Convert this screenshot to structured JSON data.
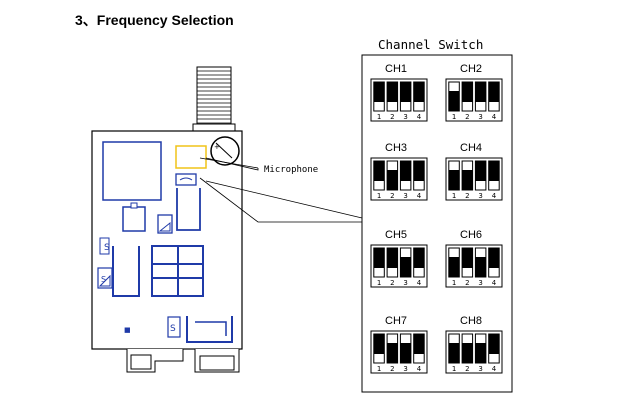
{
  "title": "3、Frequency Selection",
  "switch_panel": {
    "heading": "Channel Switch",
    "switch_numbers": [
      "1",
      "2",
      "3",
      "4"
    ],
    "channels": [
      {
        "name": "CH1",
        "on": [
          0,
          0,
          0,
          0
        ]
      },
      {
        "name": "CH2",
        "on": [
          1,
          0,
          0,
          0
        ]
      },
      {
        "name": "CH3",
        "on": [
          0,
          1,
          0,
          0
        ]
      },
      {
        "name": "CH4",
        "on": [
          1,
          1,
          0,
          0
        ]
      },
      {
        "name": "CH5",
        "on": [
          0,
          0,
          1,
          0
        ]
      },
      {
        "name": "CH6",
        "on": [
          1,
          0,
          1,
          0
        ]
      },
      {
        "name": "CH7",
        "on": [
          0,
          1,
          1,
          0
        ]
      },
      {
        "name": "CH8",
        "on": [
          1,
          1,
          1,
          0
        ]
      }
    ]
  },
  "pcb": {
    "microphone_label": "Microphone",
    "component_marks": [
      "S",
      "S",
      "S"
    ],
    "dot_mark": "■"
  },
  "colors": {
    "outline": "#000000",
    "component": "#1f3aa8",
    "microphone_pad": "#f0c419",
    "switch_on": "#000000",
    "switch_off": "#ffffff"
  }
}
